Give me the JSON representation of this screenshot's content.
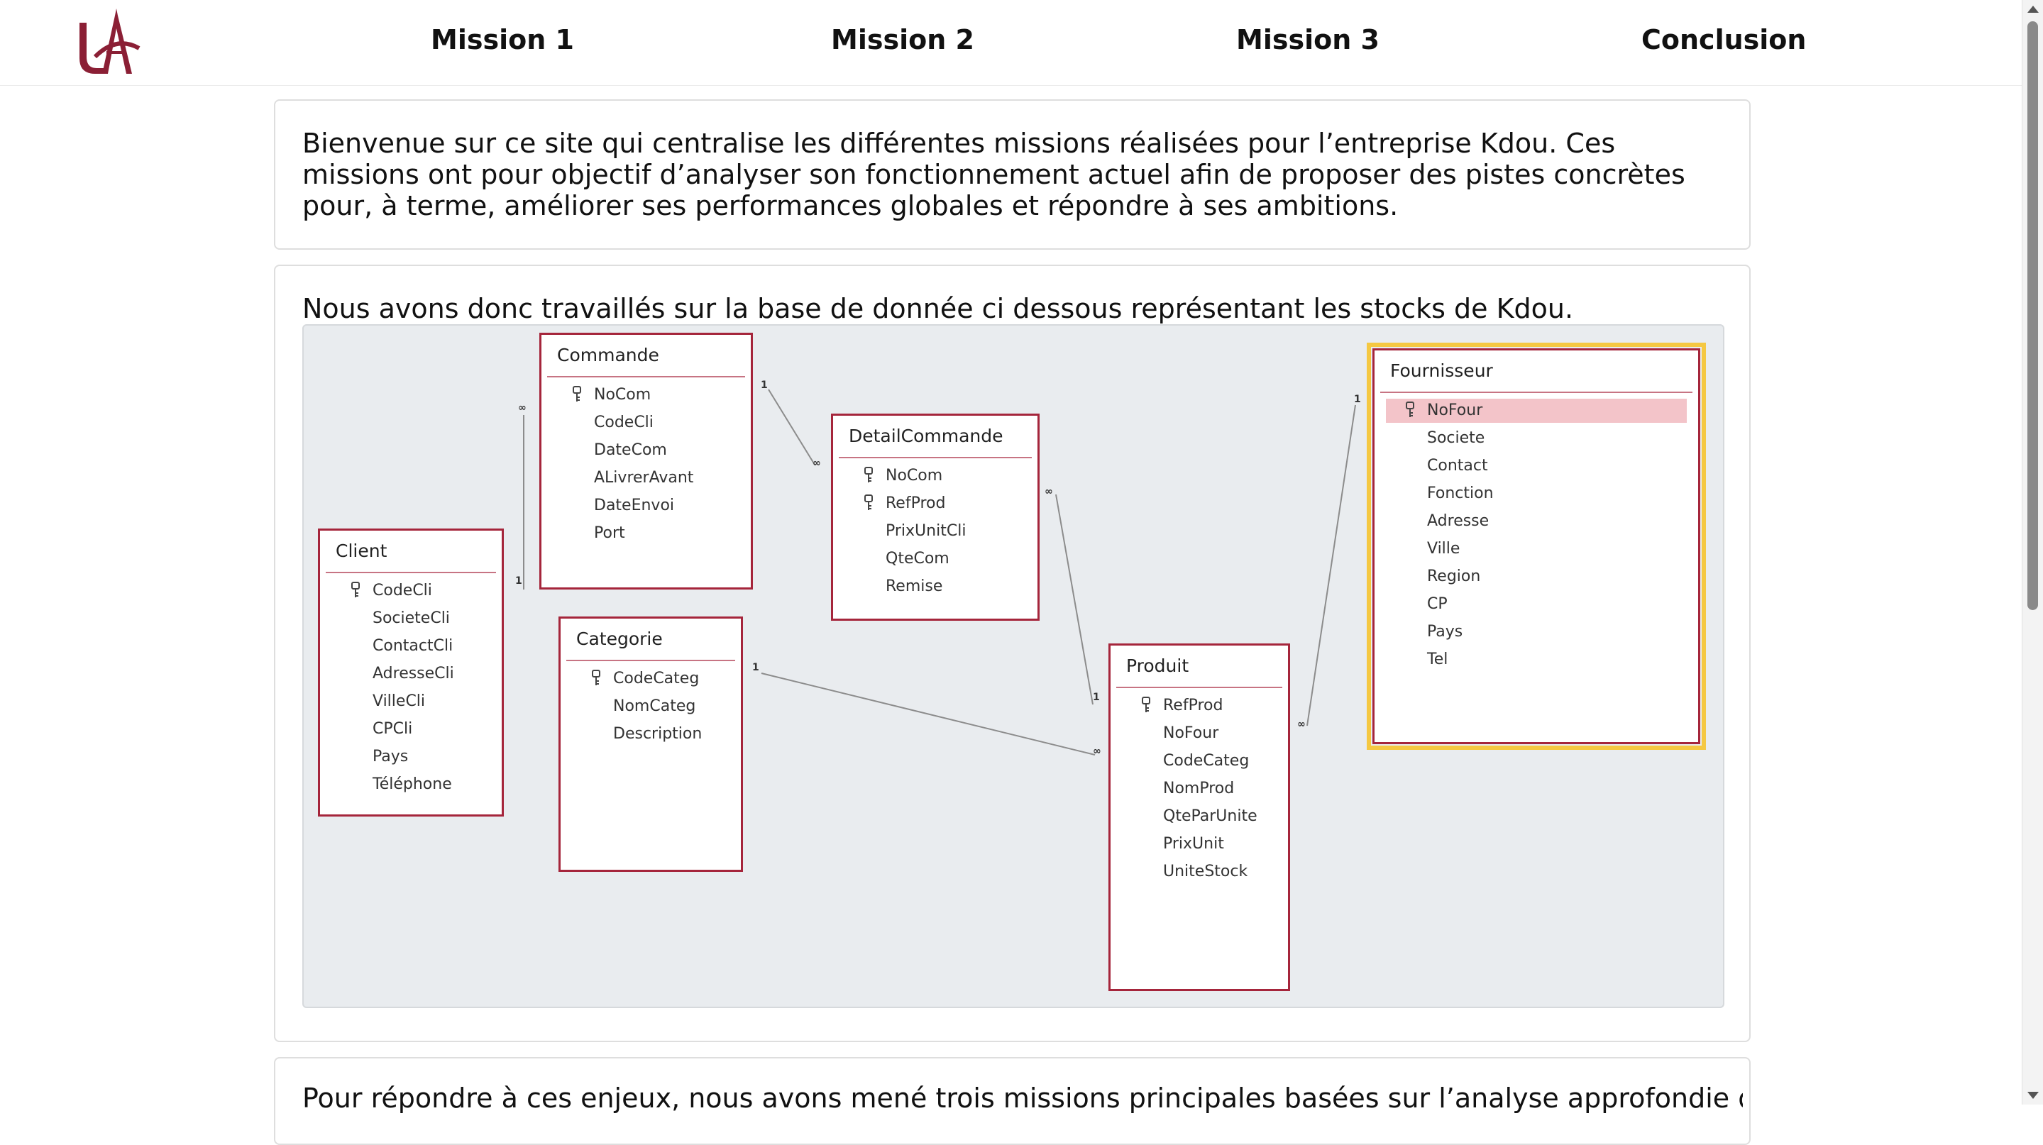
{
  "nav": {
    "items": [
      {
        "label": "Mission 1"
      },
      {
        "label": "Mission 2"
      },
      {
        "label": "Mission 3"
      },
      {
        "label": "Conclusion"
      }
    ]
  },
  "intro": {
    "text": "Bienvenue sur ce site qui centralise les différentes missions réalisées pour l’entreprise Kdou. Ces missions ont pour objectif d’analyser son fonctionnement actuel afin de proposer des pistes concrètes pour, à terme, améliorer ses performances globales et répondre à ses ambitions."
  },
  "db": {
    "text": "Nous avons donc travaillés sur la base de donnée ci dessous représentant les stocks de Kdou.",
    "tables": {
      "commande": {
        "title": "Commande",
        "fields": [
          "NoCom",
          "CodeCli",
          "DateCom",
          "ALivrerAvant",
          "DateEnvoi",
          "Port"
        ]
      },
      "detail": {
        "title": "DetailCommande",
        "fields": [
          "NoCom",
          "RefProd",
          "PrixUnitCli",
          "QteCom",
          "Remise"
        ]
      },
      "fournisseur": {
        "title": "Fournisseur",
        "fields": [
          "NoFour",
          "Societe",
          "Contact",
          "Fonction",
          "Adresse",
          "Ville",
          "Region",
          "CP",
          "Pays",
          "Tel"
        ]
      },
      "client": {
        "title": "Client",
        "fields": [
          "CodeCli",
          "SocieteCli",
          "ContactCli",
          "AdresseCli",
          "VilleCli",
          "CPCli",
          "Pays",
          "Téléphone"
        ]
      },
      "categorie": {
        "title": "Categorie",
        "fields": [
          "CodeCateg",
          "NomCateg",
          "Description"
        ]
      },
      "produit": {
        "title": "Produit",
        "fields": [
          "RefProd",
          "NoFour",
          "CodeCateg",
          "NomProd",
          "QteParUnite",
          "PrixUnit",
          "UniteStock"
        ]
      }
    },
    "rel": {
      "one": "1",
      "many": "∞"
    }
  },
  "missions": {
    "text": "Pour répondre à ces enjeux, nous avons mené trois missions principales basées sur l’analyse approfondie des"
  },
  "colors": {
    "brand": "#8b1f35",
    "table_border": "#a5253b",
    "selected_table": "#f5c842",
    "selected_row": "#f3c4c9"
  }
}
